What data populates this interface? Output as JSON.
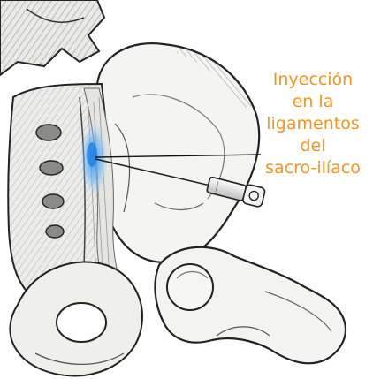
{
  "label": {
    "lines": [
      "Inyección",
      "en la",
      "ligamentos",
      "del",
      "sacro-ilíaco"
    ]
  },
  "colors": {
    "label": "#f7941d",
    "injection": "#5aaaf0",
    "bone": "#f2f2f0",
    "bone_shadow": "#9a9a96",
    "outline": "#222222"
  },
  "icons": {
    "needle": "syringe-needle-icon"
  }
}
